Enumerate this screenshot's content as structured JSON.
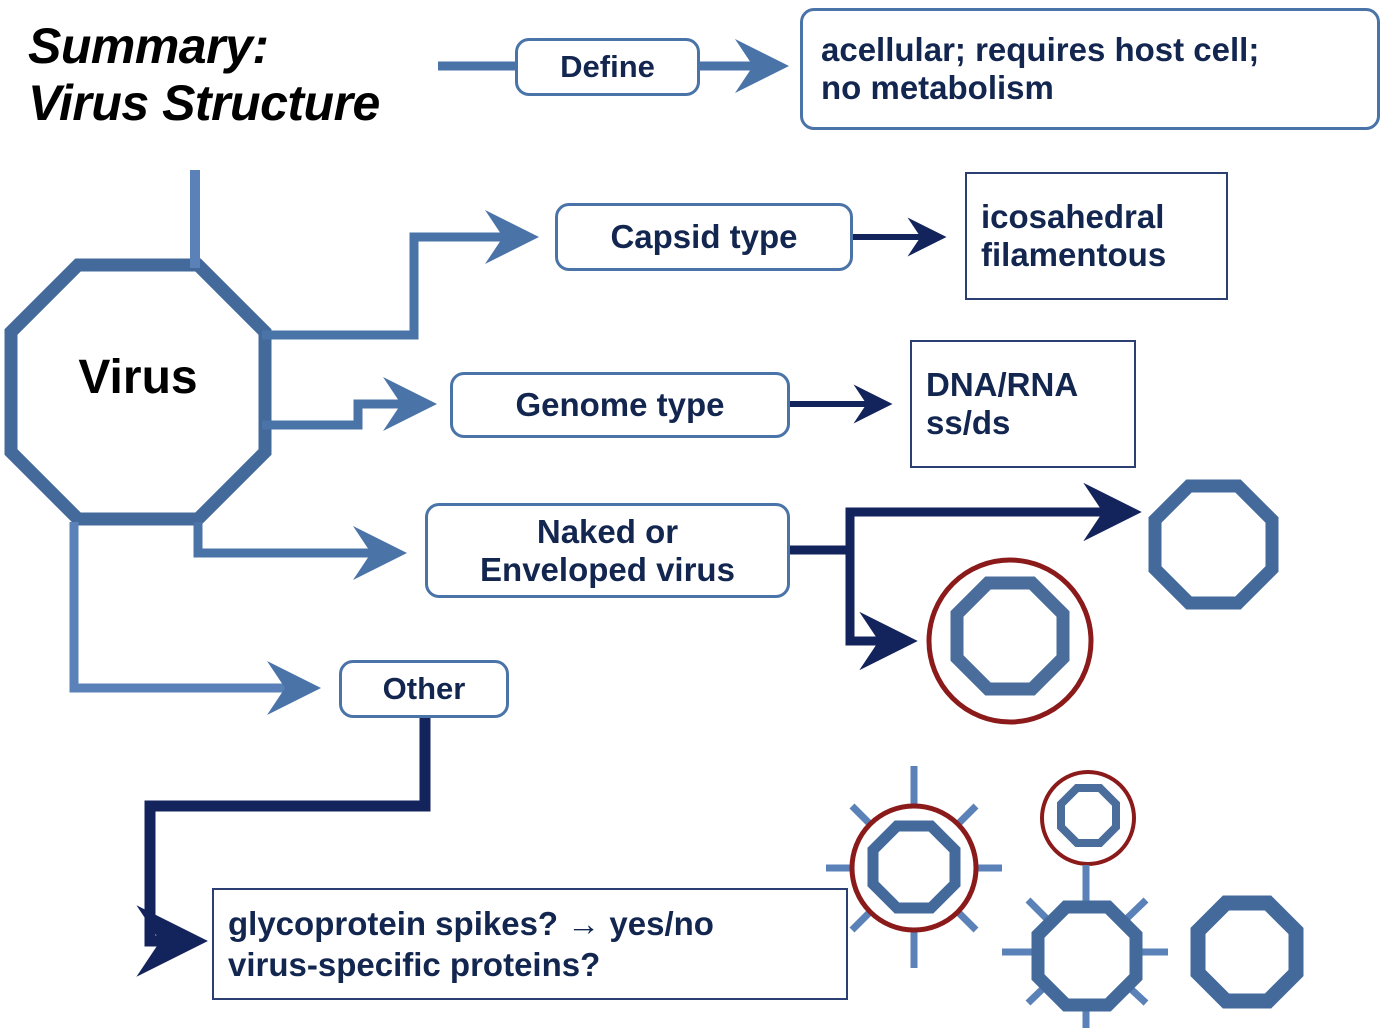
{
  "slide": {
    "title": "Summary:\nVirus Structure",
    "background_color": "#ffffff"
  },
  "palette": {
    "light_blue": "#4a74a8",
    "octagon_blue": "#44699b",
    "navy": "#13264f",
    "dark_navy_line": "#13235c",
    "dark_red": "#8b1a1a",
    "black": "#000000",
    "white": "#ffffff"
  },
  "central_node": {
    "label": "Virus",
    "shape": "octagon",
    "name": "virus-octagon"
  },
  "branches": [
    {
      "id": "define",
      "label": "Define",
      "shape": "rounded-rect",
      "detail": {
        "text": "acellular; requires host cell;\nno metabolism",
        "shape": "rounded-rect"
      }
    },
    {
      "id": "capsid",
      "label": "Capsid type",
      "shape": "rounded-rect",
      "detail": {
        "text": "icosahedral\nfilamentous",
        "shape": "rect"
      }
    },
    {
      "id": "genome",
      "label": "Genome type",
      "shape": "rounded-rect",
      "detail": {
        "text": "DNA/RNA\nss/ds",
        "shape": "rect"
      }
    },
    {
      "id": "naked-enveloped",
      "label": "Naked or\nEnveloped virus",
      "shape": "rounded-rect",
      "detail": {
        "text": "",
        "shape": "icons",
        "icons": [
          {
            "name": "naked-virus-icon",
            "description": "blue octagon, no envelope"
          },
          {
            "name": "enveloped-virus-icon",
            "description": "blue octagon inside dark red envelope circle"
          }
        ]
      }
    },
    {
      "id": "other",
      "label": "Other",
      "shape": "rounded-rect",
      "detail": {
        "text": "glycoprotein spikes? → yes/no\nvirus-specific proteins?",
        "shape": "rect"
      }
    }
  ],
  "icon_cluster": {
    "name": "virus-icon-cluster",
    "icons": [
      {
        "name": "spiked-enveloped-virus-icon",
        "description": "octagon with envelope circle and glycoprotein spikes"
      },
      {
        "name": "small-enveloped-virus-icon",
        "description": "small octagon inside envelope circle"
      },
      {
        "name": "spiked-naked-virus-icon",
        "description": "octagon with spikes, no envelope"
      },
      {
        "name": "plain-naked-virus-icon",
        "description": "plain blue octagon"
      }
    ]
  }
}
